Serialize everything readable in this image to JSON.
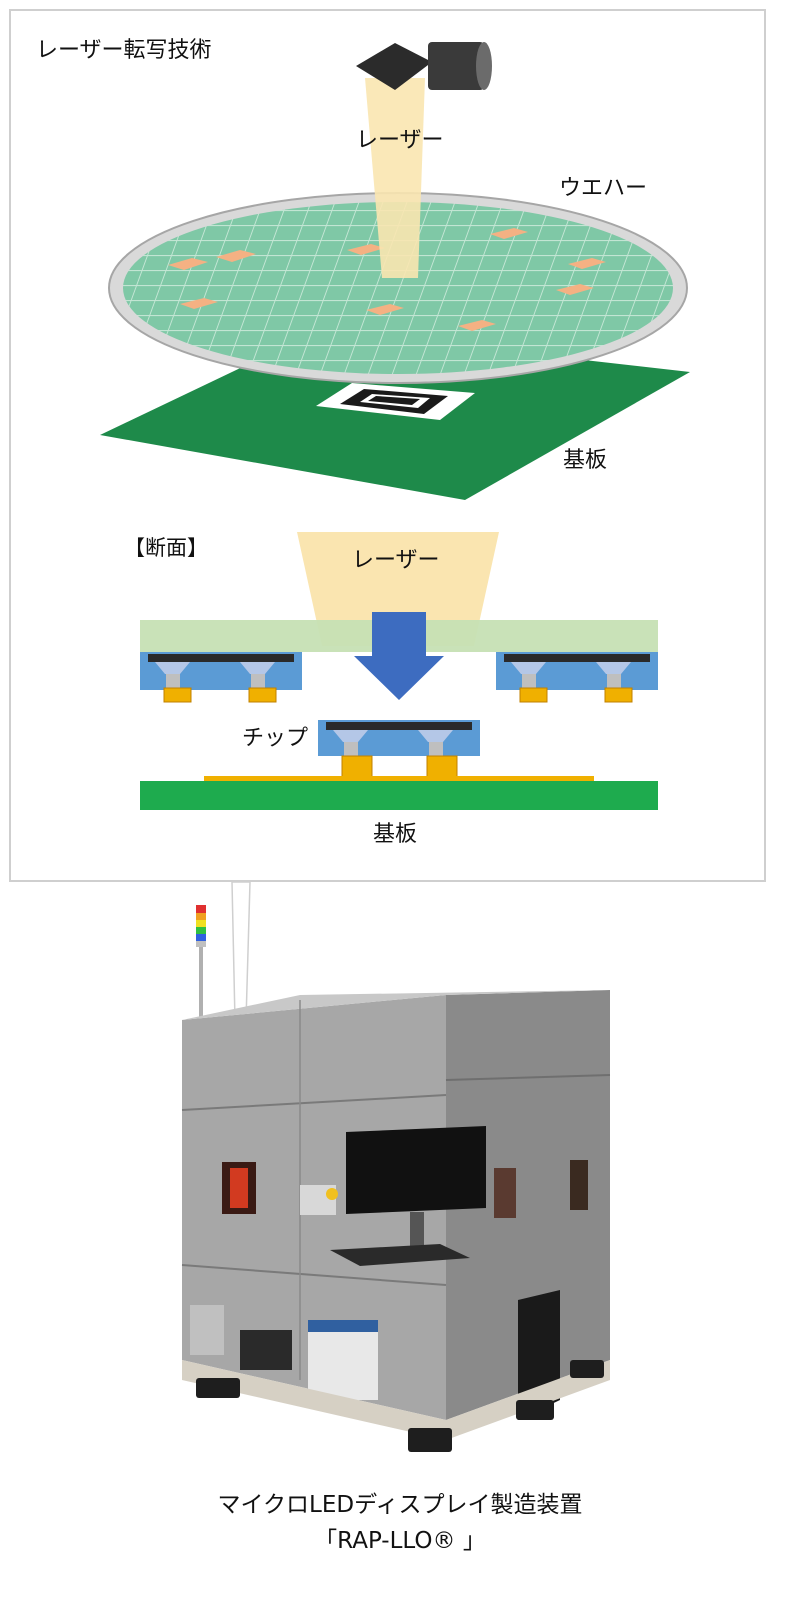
{
  "diagram": {
    "title": "レーザー転写技術",
    "labels": {
      "laser_top": "レーザー",
      "wafer": "ウエハー",
      "substrate_top": "基板",
      "cross_section": "【断面】",
      "laser_section": "レーザー",
      "chip": "チップ",
      "substrate_section": "基板"
    }
  },
  "caption": {
    "line1": "マイクロLEDディスプレイ製造装置",
    "line2": "「RAP-LLO® 」"
  },
  "colors": {
    "wafer_grid": "#7fc8a6",
    "highlight_chip": "#f4b183",
    "substrate_green": "#1e8a4a",
    "laser_beam": "#fae5b0",
    "arrow_blue": "#3d6cc0",
    "chip_blue": "#5b9bd5",
    "bump_orange": "#f0b000",
    "carrier_green": "#c6e0b4",
    "machine_gray": "#9a9a9a"
  },
  "icons": {
    "laser_head": "laser-head-icon",
    "signal_tower": "signal-tower-icon"
  }
}
